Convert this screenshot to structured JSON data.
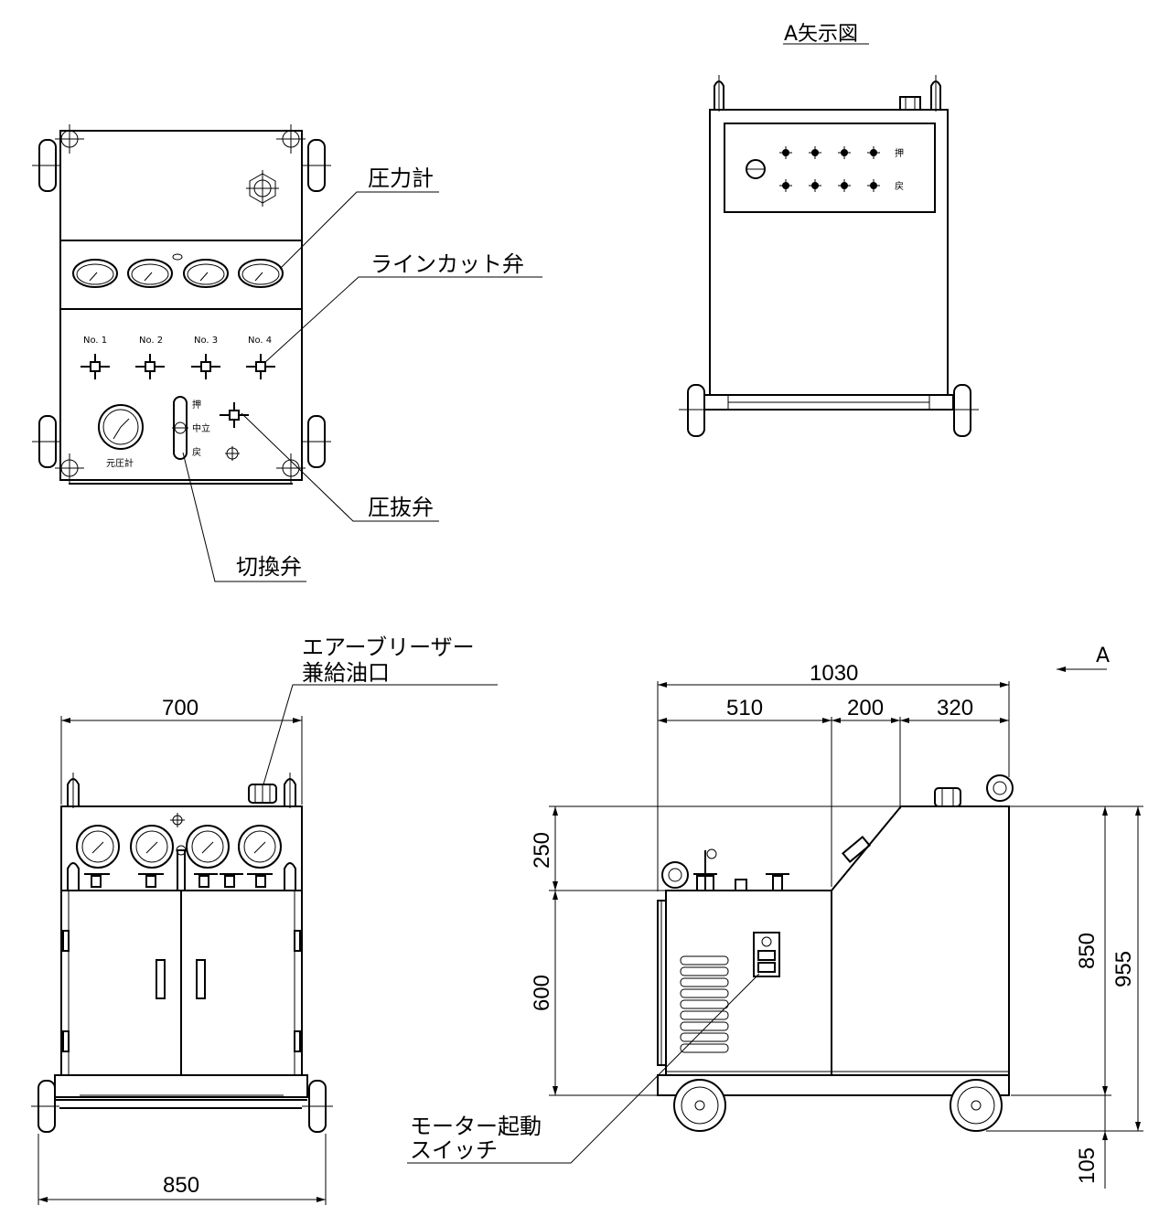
{
  "labels": {
    "pressure_gauge": "圧力計",
    "line_cut_valve": "ラインカット弁",
    "relief_valve": "圧抜弁",
    "switching_valve": "切換弁",
    "air_breather_line1": "エアーブリーザー",
    "air_breather_line2": "兼給油口",
    "motor_switch_line1": "モーター起動",
    "motor_switch_line2": "スイッチ",
    "view_a_title": "A矢示図",
    "view_a_arrow": "A",
    "source_gauge": "元圧計",
    "no1": "No. 1",
    "no2": "No. 2",
    "no3": "No. 3",
    "no4": "No. 4",
    "push": "押",
    "neutral": "中立",
    "return": "戻"
  },
  "dimensions": {
    "front_top_width": "700",
    "front_bottom_width": "850",
    "side_total_length": "1030",
    "side_seg1": "510",
    "side_seg2": "200",
    "side_seg3": "320",
    "side_height_upper": "250",
    "side_height_lower": "600",
    "side_height_body": "850",
    "side_height_total": "955",
    "side_height_base": "105"
  }
}
